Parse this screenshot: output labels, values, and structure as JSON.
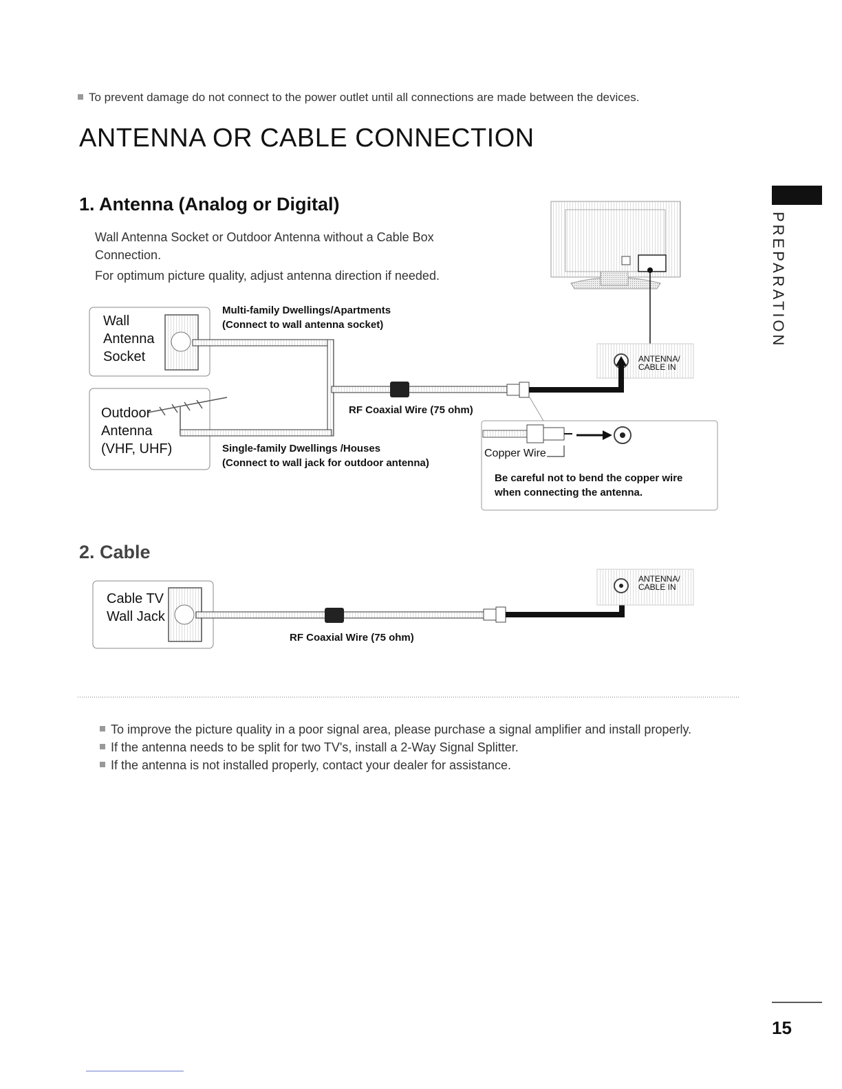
{
  "top_note": "To prevent damage do not connect to the power outlet until all connections are made between the devices.",
  "title": "ANTENNA OR CABLE CONNECTION",
  "side_tab": "PREPARATION",
  "section1": {
    "heading": "1. Antenna (Analog or Digital)",
    "desc_line1": "Wall Antenna Socket or Outdoor Antenna without a Cable Box",
    "desc_line2": "Connection.",
    "desc_line3": "For optimum picture quality, adjust antenna direction if needed.",
    "wall_box": [
      "Wall",
      "Antenna",
      "Socket"
    ],
    "outdoor_box": [
      "Outdoor",
      "Antenna",
      "(VHF, UHF)"
    ],
    "multi_family_line1": "Multi-family Dwellings/Apartments",
    "multi_family_line2": "(Connect to wall antenna socket)",
    "single_family_line1": "Single-family Dwellings /Houses",
    "single_family_line2": "(Connect to wall jack for outdoor antenna)",
    "rf_wire": "RF Coaxial Wire (75 ohm)",
    "port_label_line1": "ANTENNA/",
    "port_label_line2": "CABLE IN",
    "copper_wire": "Copper Wire",
    "caution_line1": "Be careful not to bend the copper wire",
    "caution_line2": "when connecting the antenna."
  },
  "section2": {
    "heading": "2. Cable",
    "box": [
      "Cable TV",
      "Wall Jack"
    ],
    "rf_wire": "RF Coaxial Wire (75 ohm)",
    "port_label_line1": "ANTENNA/",
    "port_label_line2": "CABLE IN"
  },
  "bottom_notes": [
    "To improve the picture quality in a poor signal area, please purchase a signal amplifier and install properly.",
    "If the antenna needs to be split for two TV's, install a 2-Way Signal Splitter.",
    "If the antenna is not installed properly, contact your dealer for assistance."
  ],
  "page_number": "15"
}
